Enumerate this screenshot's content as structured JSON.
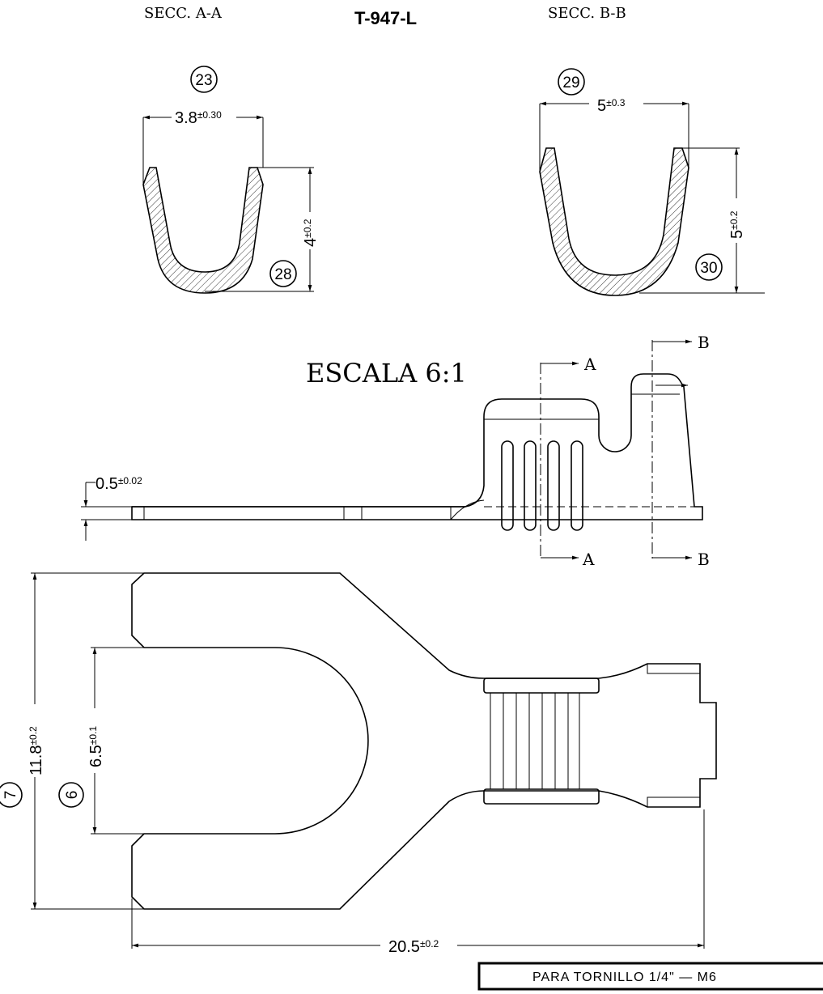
{
  "drawing": {
    "part_number": "T-947-L",
    "scale_label": "ESCALA 6:1",
    "note": "PARA TORNILLO 1/4\" — M6"
  },
  "sections": {
    "a": {
      "title": "SECC. A-A",
      "width": {
        "value": "3.8",
        "tol": "±0.30"
      },
      "height": {
        "value": "4",
        "tol": "±0.2"
      },
      "balloons": [
        "23",
        "28"
      ]
    },
    "b": {
      "title": "SECC. B-B",
      "width": {
        "value": "5",
        "tol": "±0.3"
      },
      "height": {
        "value": "5",
        "tol": "±0.2"
      },
      "balloons": [
        "29",
        "30"
      ]
    }
  },
  "side_view": {
    "thickness": {
      "value": "0.5",
      "tol": "±0.02"
    },
    "cut_a": "A",
    "cut_b": "B"
  },
  "plan_view": {
    "overall_width": {
      "value": "11.8",
      "tol": "±0.2"
    },
    "slot_width": {
      "value": "6.5",
      "tol": "±0.1"
    },
    "overall_length": {
      "value": "20.5",
      "tol": "±0.2"
    },
    "balloons": [
      "7",
      "6"
    ]
  }
}
